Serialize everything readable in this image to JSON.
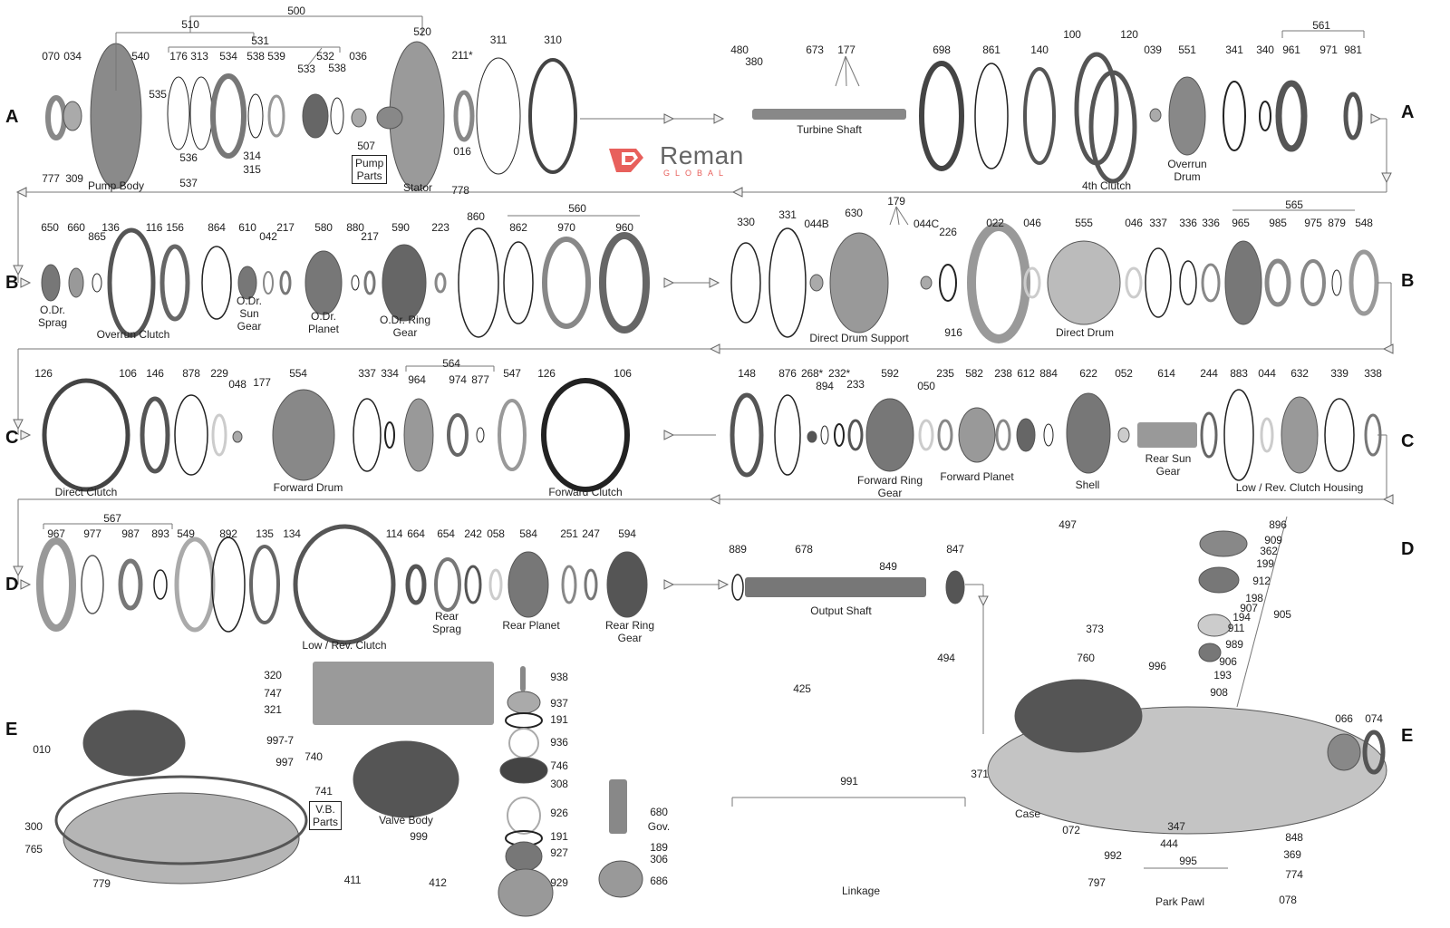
{
  "title": "Transmission exploded parts diagram",
  "brand": {
    "name": "Reman",
    "sub": "GLOBAL",
    "color": "#e8605c"
  },
  "row_letters": [
    "A",
    "B",
    "C",
    "D",
    "E"
  ],
  "callouts": [
    "500",
    "510",
    "531",
    "070",
    "034",
    "540",
    "176",
    "313",
    "534",
    "538",
    "539",
    "532",
    "533",
    "538",
    "036",
    "535",
    "536",
    "314",
    "315",
    "537",
    "777",
    "309",
    "507",
    "520",
    "211*",
    "016",
    "778",
    "311",
    "310",
    "480",
    "380",
    "673",
    "177",
    "698",
    "861",
    "140",
    "100",
    "120",
    "039",
    "551",
    "341",
    "340",
    "961",
    "971",
    "981",
    "561",
    "650",
    "660",
    "865",
    "136",
    "116",
    "156",
    "864",
    "610",
    "042",
    "217",
    "580",
    "880",
    "217",
    "590",
    "223",
    "860",
    "862",
    "970",
    "960",
    "560",
    "330",
    "331",
    "044B",
    "630",
    "179",
    "044C",
    "226",
    "022",
    "046",
    "555",
    "046",
    "337",
    "336",
    "336",
    "565",
    "965",
    "985",
    "975",
    "879",
    "548",
    "916",
    "126",
    "106",
    "146",
    "878",
    "229",
    "048",
    "177",
    "554",
    "337",
    "334",
    "564",
    "964",
    "974",
    "877",
    "547",
    "126",
    "106",
    "148",
    "876",
    "268*",
    "894",
    "232*",
    "233",
    "592",
    "050",
    "235",
    "582",
    "238",
    "612",
    "884",
    "622",
    "052",
    "614",
    "244",
    "883",
    "044",
    "632",
    "339",
    "338",
    "567",
    "967",
    "977",
    "987",
    "893",
    "549",
    "892",
    "135",
    "134",
    "114",
    "664",
    "654",
    "242",
    "058",
    "584",
    "251",
    "247",
    "594",
    "889",
    "678",
    "849",
    "847",
    "497",
    "373",
    "896",
    "909",
    "362",
    "199",
    "912",
    "198",
    "907",
    "194",
    "911",
    "989",
    "906",
    "193",
    "908",
    "905",
    "494",
    "760",
    "996",
    "425",
    "371",
    "066",
    "074",
    "991",
    "072",
    "347",
    "444",
    "992",
    "995",
    "797",
    "848",
    "369",
    "774",
    "078",
    "010",
    "997-7",
    "997",
    "320",
    "747",
    "321",
    "740",
    "741",
    "999",
    "938",
    "937",
    "191",
    "936",
    "746",
    "308",
    "926",
    "191",
    "927",
    "929",
    "680",
    "189",
    "306",
    "686",
    "300",
    "765",
    "779",
    "411",
    "412"
  ],
  "captions": [
    "Pump Body",
    "Stator",
    "Turbine Shaft",
    "4th Clutch",
    "Overrun\nDrum",
    "O.Dr.\nSprag",
    "Overrun Clutch",
    "O.Dr.\nSun\nGear",
    "O.Dr.\nPlanet",
    "O.Dr. Ring\nGear",
    "Direct Drum Support",
    "Direct Drum",
    "Direct Clutch",
    "Forward Drum",
    "Forward Clutch",
    "Forward Ring\nGear",
    "Forward Planet",
    "Shell",
    "Rear Sun\nGear",
    "Low / Rev. Clutch Housing",
    "Low / Rev. Clutch",
    "Rear\nSprag",
    "Rear Planet",
    "Rear Ring\nGear",
    "Output Shaft",
    "Case",
    "Linkage",
    "Park Pawl",
    "Valve Body",
    "Gov."
  ],
  "boxes": [
    "Pump\nParts",
    "V.B.\nParts"
  ]
}
